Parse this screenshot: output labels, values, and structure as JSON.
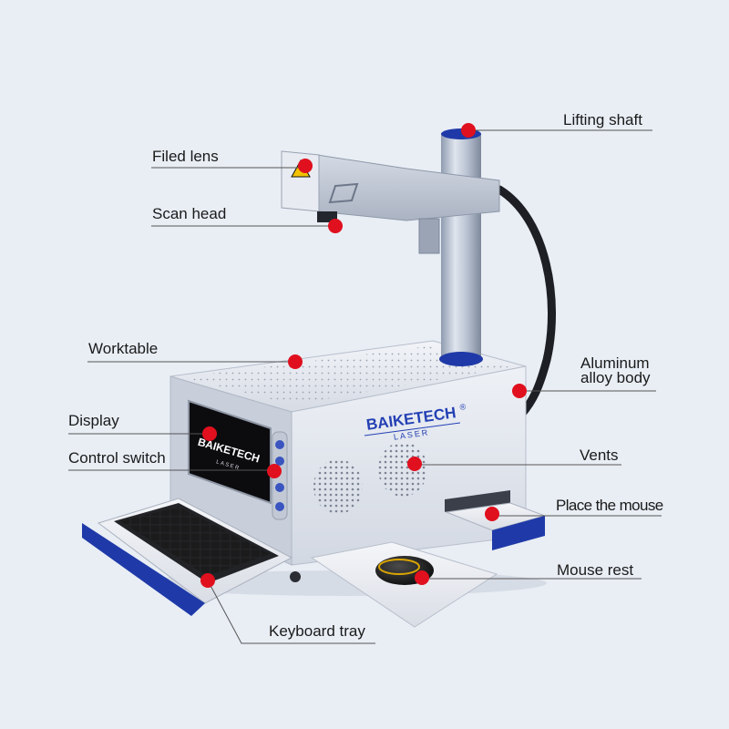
{
  "brand": {
    "name": "BAIKETECH",
    "registered_mark": "®",
    "sub": "LASER"
  },
  "callouts": {
    "lifting_shaft": "Lifting shaft",
    "filed_lens": "Filed lens",
    "scan_head": "Scan head",
    "worktable": "Worktable",
    "aluminum_line1": "Aluminum",
    "aluminum_line2": "alloy body",
    "display": "Display",
    "control_switch": "Control switch",
    "vents": "Vents",
    "place_mouse": "Place the mouse",
    "mouse_rest": "Mouse rest",
    "keyboard_tray": "Keyboard tray"
  },
  "colors": {
    "background": "#e9eef5",
    "marker": "#e0101e",
    "leader": "#555555",
    "accent_blue": "#1f3aa8",
    "body_silver": "#dfe3ea"
  }
}
